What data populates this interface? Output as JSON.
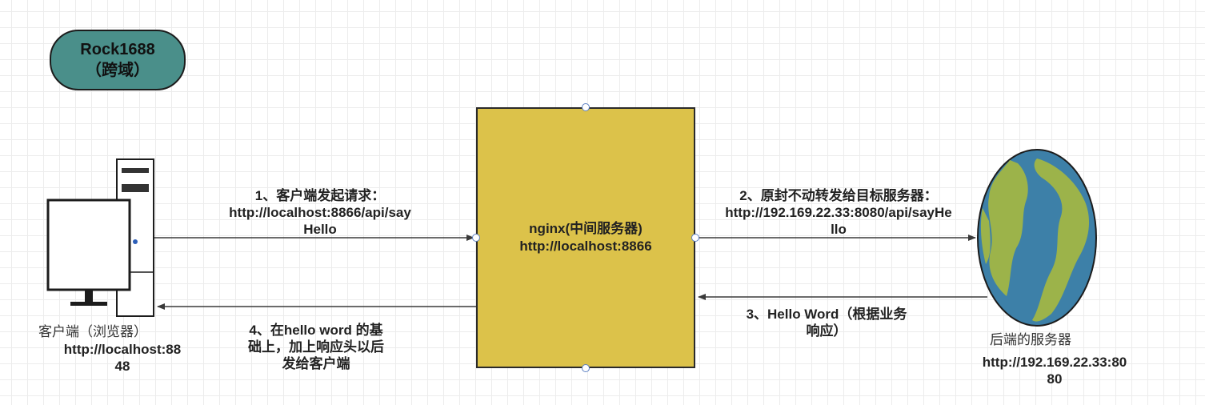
{
  "title": {
    "line1": "Rock1688",
    "line2": "（跨域）"
  },
  "client": {
    "name": "客户端（浏览器）",
    "url_line1": "http://localhost:88",
    "url_line2": "48"
  },
  "nginx": {
    "line1": "nginx(中间服务器)",
    "line2": "http://localhost:8866"
  },
  "server": {
    "name": "后端的服务器",
    "url_line1": "http://192.169.22.33:80",
    "url_line2": "80"
  },
  "steps": {
    "step1": {
      "line1": "1、客户端发起请求：",
      "line2": "http://localhost:8866/api/say",
      "line3": "Hello"
    },
    "step2": {
      "line1": "2、原封不动转发给目标服务器：",
      "line2": "http://192.169.22.33:8080/api/sayHe",
      "line3": "llo"
    },
    "step3": {
      "line1": "3、Hello Word（根据业务",
      "line2": "响应）"
    },
    "step4": {
      "line1": "4、在hello word 的基",
      "line2": "础上，加上响应头以后",
      "line3": "发给客户端"
    }
  },
  "colors": {
    "title_fill": "#4a8f8a",
    "nginx_fill": "#dcc24a",
    "globe_ocean": "#3d80a8",
    "globe_land": "#9cb34a",
    "arrow": "#3a3a3a"
  }
}
